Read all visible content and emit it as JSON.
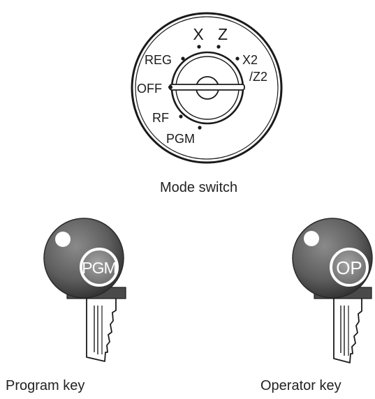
{
  "mode_switch": {
    "caption": "Mode switch",
    "positions": {
      "x": "X",
      "z": "Z",
      "reg": "REG",
      "x2": "X2",
      "z2": "/Z2",
      "off": "OFF",
      "rf": "RF",
      "pgm": "PGM"
    }
  },
  "keys": {
    "program": {
      "caption": "Program key",
      "badge": "PGM"
    },
    "operator": {
      "caption": "Operator key",
      "badge": "OP"
    }
  },
  "colors": {
    "line": "#1a1a1a",
    "key_head": "#6e6e6e",
    "key_head_dark": "#3c3c3c",
    "badge": "#8c8c8c"
  }
}
